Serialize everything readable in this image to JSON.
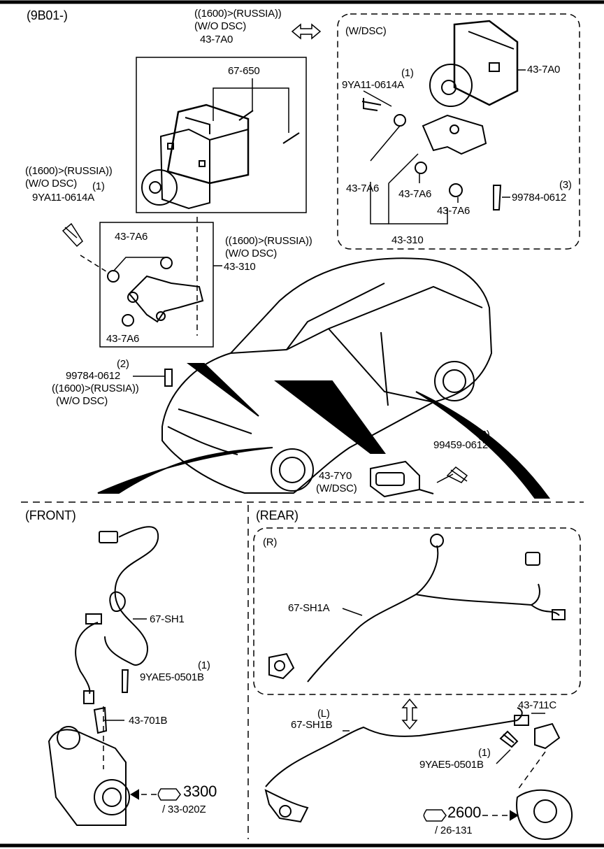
{
  "header": {
    "code": "(9B01-)"
  },
  "top": {
    "hu_cond1": "((1600)>(RUSSIA))",
    "hu_cond2": "(W/O DSC)",
    "hu_part": "43-7A0",
    "stud_part": "67-650",
    "bolt_cond1": "((1600)>(RUSSIA))",
    "bolt_cond2": "(W/O DSC)",
    "bolt_qty": "(1)",
    "bolt_part": "9YA11-0614A",
    "bracket_cond1": "((1600)>(RUSSIA))",
    "bracket_cond2": "(W/O DSC)",
    "bracket_part": "43-310",
    "ins_a": "43-7A6",
    "ins_b": "43-7A6",
    "nut_qty": "(2)",
    "nut_part": "99784-0612",
    "nut_cond1": "((1600)>(RUSSIA))",
    "nut_cond2": "(W/O DSC)"
  },
  "dsc": {
    "title": "(W/DSC)",
    "hu_part": "43-7A0",
    "bolt_qty": "(1)",
    "bolt_part": "9YA11-0614A",
    "ins_1": "43-7A6",
    "ins_2": "43-7A6",
    "ins_3": "43-7A6",
    "bracket_part": "43-310",
    "nut_qty": "(3)",
    "nut_part": "99784-0612"
  },
  "mid": {
    "sensor_part": "43-7Y0",
    "sensor_cond": "(W/DSC)",
    "bolt_qty": "(2)",
    "bolt_part": "99459-0612"
  },
  "front": {
    "title": "(FRONT)",
    "harness": "67-SH1",
    "bolt_qty": "(1)",
    "bolt_part": "9YAE5-0501B",
    "sensor": "43-701B",
    "ref_num": "3300",
    "ref_sub": "/ 33-020Z"
  },
  "rear": {
    "title": "(REAR)",
    "r_label": "(R)",
    "r_harness": "67-SH1A",
    "l_label": "(L)",
    "l_harness": "67-SH1B",
    "sensor": "43-711C",
    "bolt_qty": "(1)",
    "bolt_part": "9YAE5-0501B",
    "ref_num": "2600",
    "ref_sub": "/ 26-131"
  }
}
